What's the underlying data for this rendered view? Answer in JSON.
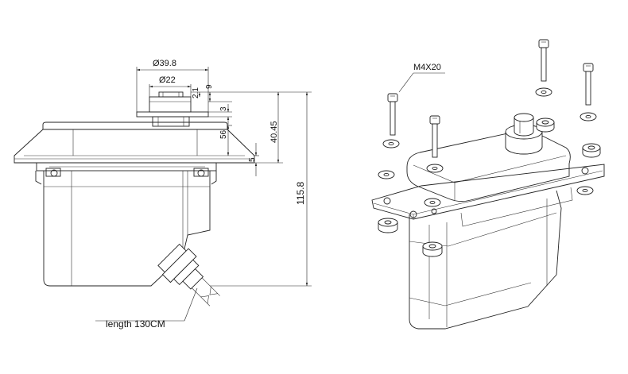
{
  "dimensions": {
    "d_outer": "Ø39.8",
    "d_inner": "Ø22",
    "v_9": "9",
    "v_2_1": "2.1",
    "v_3": "3",
    "v_56": "56",
    "v_40_45": "40.45",
    "v_5": "5",
    "v_115_8": "115.8"
  },
  "labels": {
    "screw": "M4X20",
    "cable": "length 130CM"
  }
}
